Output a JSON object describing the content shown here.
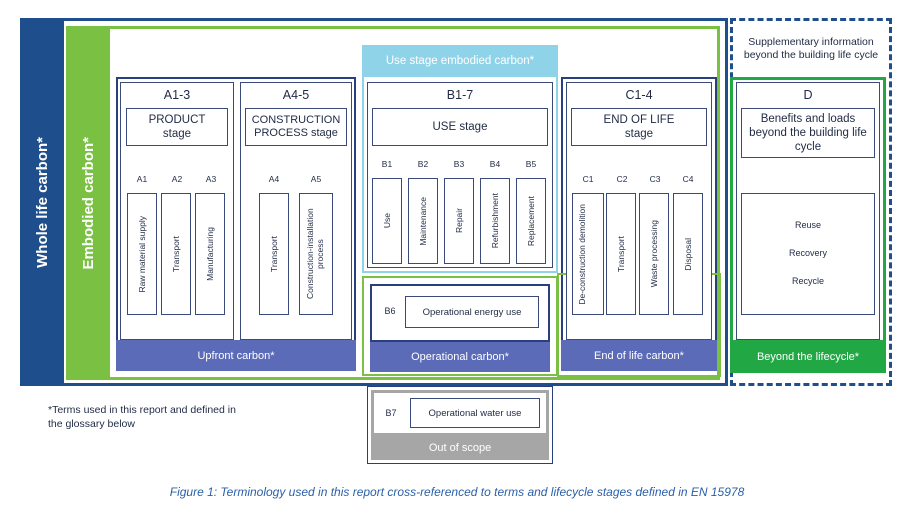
{
  "colors": {
    "navy": "#1f4e8c",
    "dark_blue": "#2a3f7e",
    "green": "#7ac143",
    "bright_green": "#22a745",
    "light_cyan": "#8fd3e8",
    "purple_bar": "#5b6bb8",
    "grey": "#a6a6a6"
  },
  "whole_life": {
    "label": "Whole life carbon*"
  },
  "embodied": {
    "label": "Embodied carbon*"
  },
  "supplementary": {
    "label": "Supplementary information beyond the building life cycle"
  },
  "use_stage_embodied": {
    "label": "Use stage embodied carbon*"
  },
  "stages": {
    "a13": {
      "code": "A1-3",
      "title": "PRODUCT stage",
      "items": [
        {
          "code": "A1",
          "label": "Raw material supply"
        },
        {
          "code": "A2",
          "label": "Transport"
        },
        {
          "code": "A3",
          "label": "Manufacturing"
        }
      ]
    },
    "a45": {
      "code": "A4-5",
      "title": "CONSTRUCTION PROCESS stage",
      "items": [
        {
          "code": "A4",
          "label": "Transport"
        },
        {
          "code": "A5",
          "label": "Construction-installation process"
        }
      ]
    },
    "b17": {
      "code": "B1-7",
      "title": "USE stage",
      "items": [
        {
          "code": "B1",
          "label": "Use"
        },
        {
          "code": "B2",
          "label": "Maintenance"
        },
        {
          "code": "B3",
          "label": "Repair"
        },
        {
          "code": "B4",
          "label": "Refurbishment"
        },
        {
          "code": "B5",
          "label": "Replacement"
        }
      ],
      "b6": {
        "code": "B6",
        "label": "Operational energy use"
      },
      "b7": {
        "code": "B7",
        "label": "Operational water use"
      }
    },
    "c14": {
      "code": "C1-4",
      "title": "END OF LIFE stage",
      "items": [
        {
          "code": "C1",
          "label": "De-construction demolition"
        },
        {
          "code": "C2",
          "label": "Transport"
        },
        {
          "code": "C3",
          "label": "Waste processing"
        },
        {
          "code": "C4",
          "label": "Disposal"
        }
      ]
    },
    "d": {
      "code": "D",
      "title": "Benefits and loads beyond the building life cycle",
      "items": [
        "Reuse",
        "Recovery",
        "Recycle"
      ]
    }
  },
  "bars": {
    "upfront": "Upfront carbon*",
    "operational": "Operational carbon*",
    "end_of_life": "End of life carbon*",
    "beyond": "Beyond the lifecycle*",
    "out_of_scope": "Out of scope"
  },
  "footnote": "*Terms used in this report and defined in the glossary below",
  "caption": "Figure 1: Terminology used in this report cross-referenced to terms and lifecycle stages defined in EN 15978"
}
